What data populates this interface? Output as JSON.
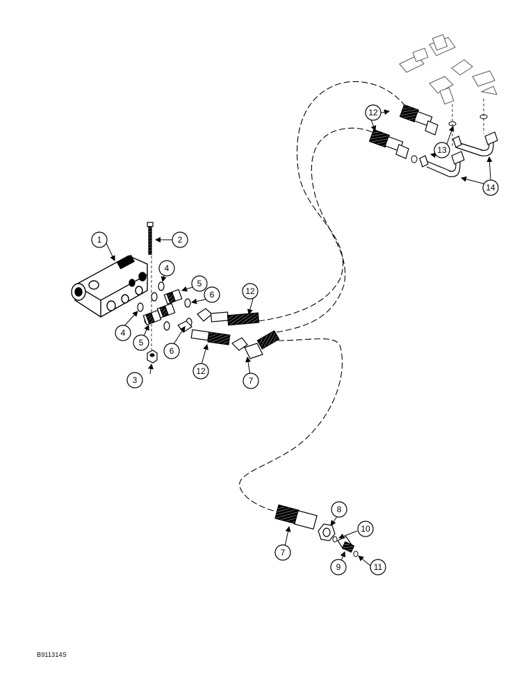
{
  "figure_code": "B911314S",
  "callouts": {
    "c1": "1",
    "c2": "2",
    "c3": "3",
    "c4a": "4",
    "c4b": "4",
    "c5a": "5",
    "c5b": "5",
    "c6a": "6",
    "c6b": "6",
    "c7a": "7",
    "c7b": "7",
    "c8": "8",
    "c9": "9",
    "c10": "10",
    "c11": "11",
    "c12a": "12",
    "c12b": "12",
    "c12c": "12",
    "c13": "13",
    "c14": "14"
  }
}
